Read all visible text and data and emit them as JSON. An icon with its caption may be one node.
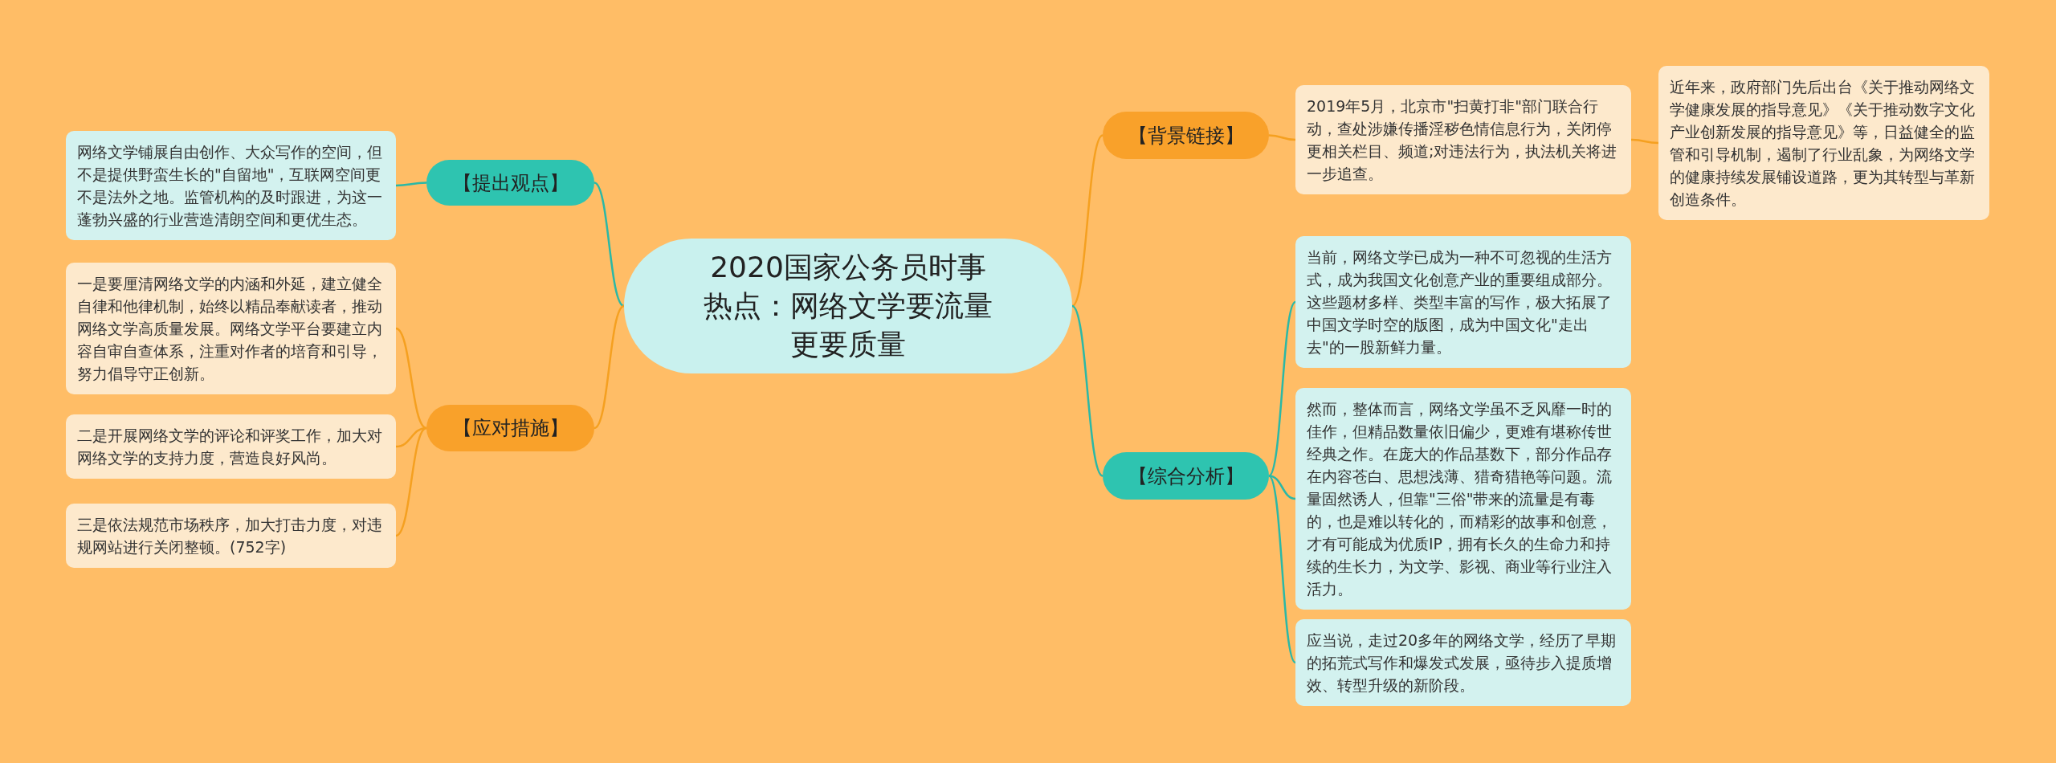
{
  "diagram": {
    "nodes": [
      {
        "text": [
          "2020国家公务员时事热点：网络文学要流量更要质量"
        ]
      },
      {
        "text": [
          "【背景链接】"
        ]
      },
      {
        "text": [
          "2019年5月，北京市\"扫黄打非\"部门联合行动，查处涉嫌传播淫秽色情信息行为，关闭停更相关栏目、频道;对违法行为，执法机关将进一步追查。"
        ]
      },
      {
        "text": [
          "近年来，政府部门先后出台《关于推动网络文学健康发展的指导意见》《关于推动数字文化产业创新发展的指导意见》等，日益健全的监管和引导机制，遏制了行业乱象，为网络文学的健康持续发展铺设道路，更为其转型与革新创造条件。"
        ]
      },
      {
        "text": [
          "【综合分析】"
        ]
      },
      {
        "text": [
          "当前，网络文学已成为一种不可忽视的生活方式，成为我国文化创意产业的重要组成部分。这些题材多样、类型丰富的写作，极大拓展了中国文学时空的版图，成为中国文化\"走出去\"的一股新鲜力量。"
        ]
      },
      {
        "text": [
          "然而，整体而言，网络文学虽不乏风靡一时的佳作，但精品数量依旧偏少，更难有堪称传世经典之作。在庞大的作品基数下，部分作品存在内容苍白、思想浅薄、猎奇猎艳等问题。流量固然诱人，但靠\"三俗\"带来的流量是有毒的，也是难以转化的，而精彩的故事和创意，才有可能成为优质IP，拥有长久的生命力和持续的生长力，为文学、影视、商业等行业注入活力。"
        ]
      },
      {
        "text": [
          "应当说，走过20多年的网络文学，经历了早期的拓荒式写作和爆发式发展，亟待步入提质增效、转型升级的新阶段。"
        ]
      },
      {
        "text": [
          "【提出观点】"
        ]
      },
      {
        "text": [
          "网络文学铺展自由创作、大众写作的空间，但不是提供野蛮生长的\"自留地\"，互联网空间更不是法外之地。监管机构的及时跟进，为这一蓬勃兴盛的行业营造清朗空间和更优生态。"
        ]
      },
      {
        "text": [
          "【应对措施】"
        ]
      },
      {
        "text": [
          "一是要厘清网络文学的内涵和外延，建立健全自律和他律机制，始终以精品奉献读者，推动网络文学高质量发展。网络文学平台要建立内容自审自查体系，注重对作者的培育和引导，努力倡导守正创新。"
        ]
      },
      {
        "text": [
          "二是开展网络文学的评论和评奖工作，加大对网络文学的支持力度，营造良好风尚。"
        ]
      },
      {
        "text": [
          "三是依法规范市场秩序，加大打击力度，对违规网站进行关闭整顿。(752字)"
        ]
      }
    ],
    "edges": [
      {
        "from": 0,
        "to": 1,
        "arrow": "none"
      },
      {
        "from": 1,
        "to": 2,
        "arrow": "none"
      },
      {
        "from": 2,
        "to": 3,
        "arrow": "none"
      },
      {
        "from": 0,
        "to": 4,
        "arrow": "none",
        "color": "#2bb8a6"
      },
      {
        "from": 4,
        "to": 5,
        "arrow": "none",
        "color": "#2bb8a6"
      },
      {
        "from": 4,
        "to": 6,
        "arrow": "none",
        "color": "#2bb8a6"
      },
      {
        "from": 4,
        "to": 7,
        "arrow": "none",
        "color": "#2bb8a6"
      },
      {
        "from": 0,
        "to": 8,
        "arrow": "none",
        "color": "#2bb8a6"
      },
      {
        "from": 8,
        "to": 9,
        "arrow": "none",
        "color": "#2bb8a6"
      },
      {
        "from": 0,
        "to": 10,
        "arrow": "none"
      },
      {
        "from": 10,
        "to": 11,
        "arrow": "none"
      },
      {
        "from": 10,
        "to": 12,
        "arrow": "none"
      },
      {
        "from": 10,
        "to": 13,
        "arrow": "none"
      }
    ]
  }
}
